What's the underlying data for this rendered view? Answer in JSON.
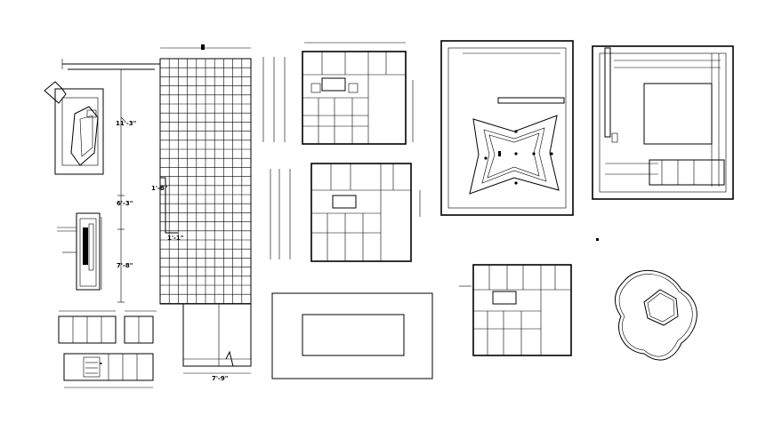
{
  "drawing": {
    "title": "Kitchen and bedroom furniture CAD drawing",
    "dimensions": {
      "upper_height": "11'-3\"",
      "mid_height": "6'-3\"",
      "lower_height": "7'-8\"",
      "step_a": "1'-8\"",
      "step_b": "1'-1\"",
      "bottom_width": "7'-9\""
    }
  }
}
